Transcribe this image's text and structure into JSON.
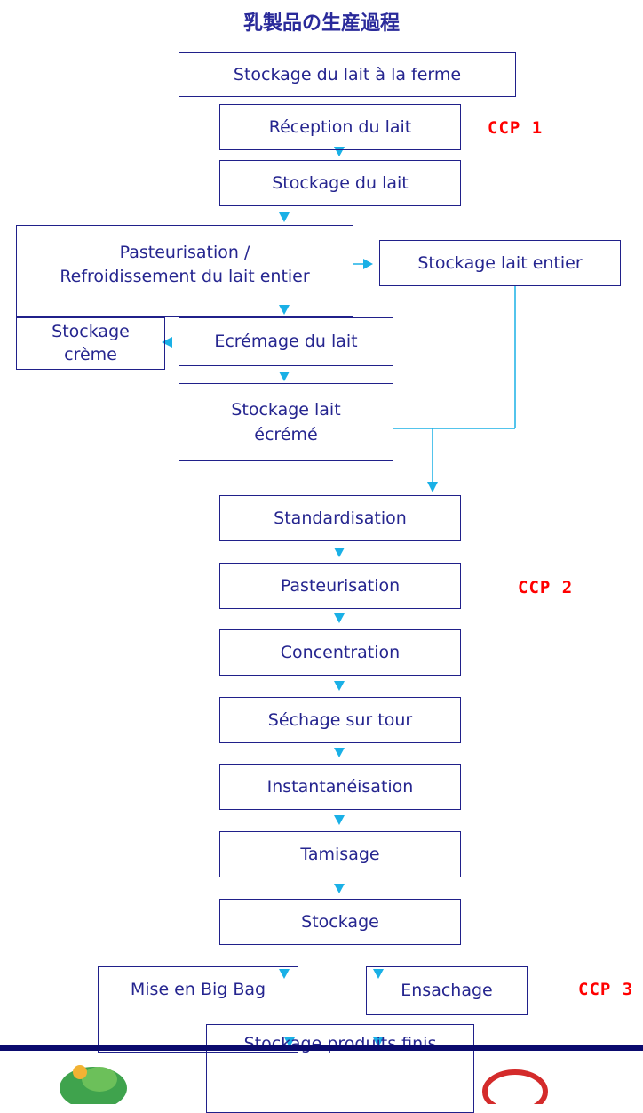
{
  "title": "乳製品の生産過程",
  "steps": {
    "farm": "Stockage du lait à la ferme",
    "reception": "Réception du lait",
    "storage1": "Stockage du lait",
    "pasteur1_a": "Pasteurisation /",
    "pasteur1_b": "Refroidissement du lait entier",
    "whole_storage": "Stockage lait entier",
    "cream_a": "Stockage",
    "cream_b": "crème",
    "skimming": "Ecrémage du lait",
    "skim_a": "Stockage lait",
    "skim_b": "écrémé",
    "standard": "Standardisation",
    "pasteur2": "Pasteurisation",
    "concentration": "Concentration",
    "drying": "Séchage sur tour",
    "instant": "Instantanéisation",
    "sieving": "Tamisage",
    "storage2": "Stockage",
    "bigbag": "Mise en Big Bag",
    "bagging": "Ensachage",
    "finished": "Stockage produits finis"
  },
  "ccp": {
    "ccp1": "CCP 1",
    "ccp2": "CCP 2",
    "ccp3": "CCP 3"
  },
  "colors": {
    "box_border": "#20208a",
    "text": "#25258f",
    "arrow": "#1ab0e6",
    "ccp": "#ff0000",
    "band": "#0b0b6e"
  }
}
